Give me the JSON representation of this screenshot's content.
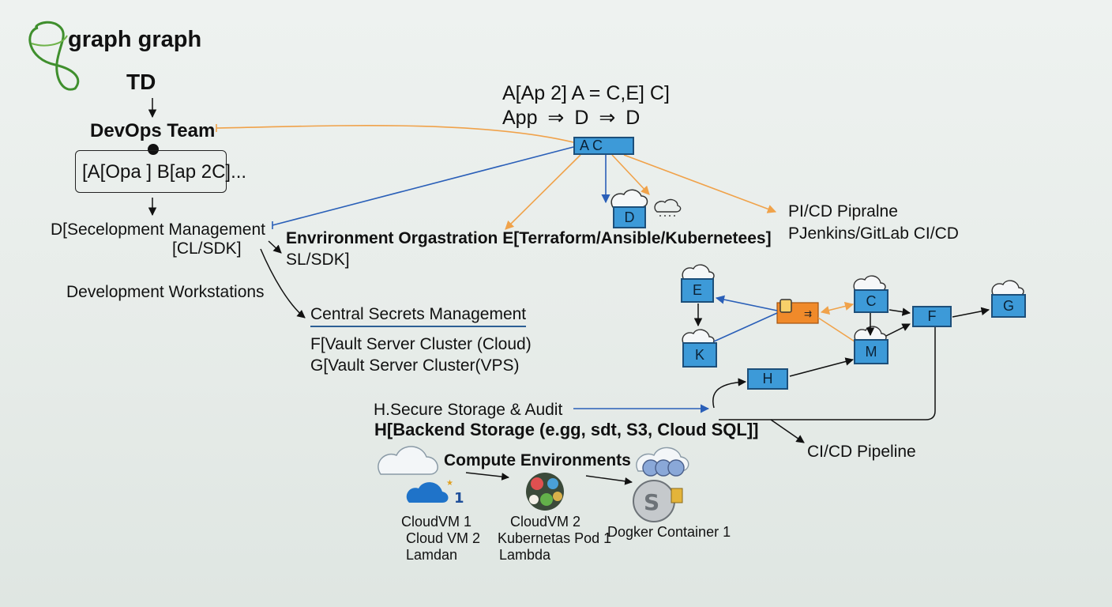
{
  "header": {
    "title": "graph graph",
    "direction": "TD"
  },
  "formula": {
    "line1": "A[Ap 2] A = C,E] C]",
    "line2": "App ⇒ D ⇒ D"
  },
  "left_column": {
    "team": "DevOps Team",
    "box_text": "[A[Opa ]  B[ap 2C]...",
    "dev_mgmt_line1": "D[Secelopment Management",
    "dev_mgmt_line2": "[CL/SDK]",
    "workstations": "Development Workstations"
  },
  "middle": {
    "env_line1": "Envrironment Orgastration  E[Terraform/Ansible/Kubernetees]",
    "env_line2": "SL/SDK]",
    "secrets_title": "Central Secrets Management",
    "vault1": "F[Vault Server Cluster (Cloud)",
    "vault2": "G[Vault Server Cluster(VPS)",
    "storage_line1": "H.Secure Storage & Audit",
    "storage_line2": "H[Backend Storage (e.gg, sdt, S3, Cloud SQL]]"
  },
  "right": {
    "pipeline_line1": "PI/CD Pipralne",
    "pipeline_line2": "PJenkins/GitLab CI/CD",
    "cicd": "CI/CD Pipeline"
  },
  "nodes": {
    "ac": "A  C",
    "d": "D",
    "e": "E",
    "k": "K",
    "c": "C",
    "m": "M",
    "f": "F",
    "g": "G",
    "h": "H"
  },
  "compute": {
    "title": "Compute Environments",
    "col1": [
      "CloudVM 1",
      "Cloud VM 2",
      "Lamdan"
    ],
    "col2": [
      "CloudVM 2",
      "Kubernetas Pod 1",
      "Lambda"
    ],
    "col3": [
      "Dogker Container 1"
    ]
  },
  "colors": {
    "node_fill": "#3d9ad8",
    "orange": "#f0a24a",
    "blue": "#2a5fb8",
    "accent_box": "#f08a2a"
  }
}
